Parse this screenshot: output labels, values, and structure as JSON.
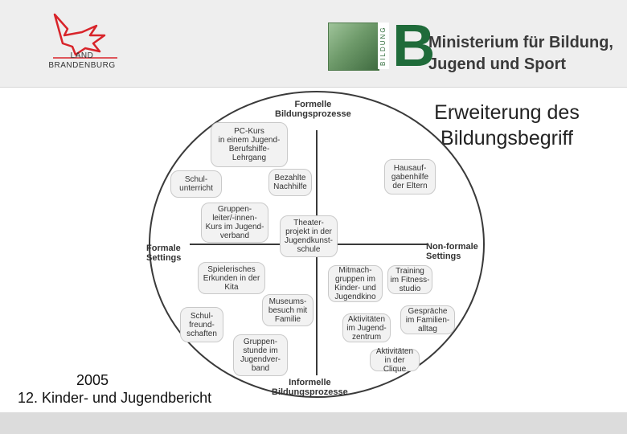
{
  "header": {
    "land_logo": {
      "line1": "LAND",
      "line2": "BRANDENBURG"
    },
    "vertical_label": "BILDUNG",
    "big_letter": "B",
    "ministry_line1": "Ministerium für Bildung,",
    "ministry_line2": "Jugend und Sport"
  },
  "title": {
    "line1": "Erweiterung des",
    "line2": "Bildungsbegriff"
  },
  "diagram": {
    "axis": {
      "top": "Formelle\nBildungsprozesse",
      "bottom": "Informelle\nBildungsprozesse",
      "left": "Formale\nSettings",
      "right": "Non-formale\nSettings"
    },
    "bubbles": [
      "PC-Kurs\nin einem Jugend-\nBerufshilfe-\nLehrgang",
      "Schul-\nunterricht",
      "Bezahlte\nNachhilfe",
      "Hausauf-\ngabenhilfe\nder Eltern",
      "Gruppen-\nleiter/-innen-\nKurs im Jugend-\nverband",
      "Theater-\nprojekt in der\nJugendkunst-\nschule",
      "Spielerisches\nErkunden in der\nKita",
      "Mitmach-\ngruppen im\nKinder- und\nJugendkino",
      "Training\nim Fitness-\nstudio",
      "Museums-\nbesuch mit\nFamilie",
      "Schul-\nfreund-\nschaften",
      "Aktivitäten\nim Jugend-\nzentrum",
      "Gespräche\nim Familien-\nalltag",
      "Gruppen-\nstunde im\nJugendver-\nband",
      "Aktivitäten\nin der Clique"
    ]
  },
  "footer": {
    "year": "2005",
    "report": "12. Kinder- und Jugendbericht"
  },
  "colors": {
    "brand_green": "#1f6b3a",
    "header_bg": "#eeeeee",
    "bubble_fill": "#f2f2f2",
    "bubble_border": "#c9c9c9"
  }
}
